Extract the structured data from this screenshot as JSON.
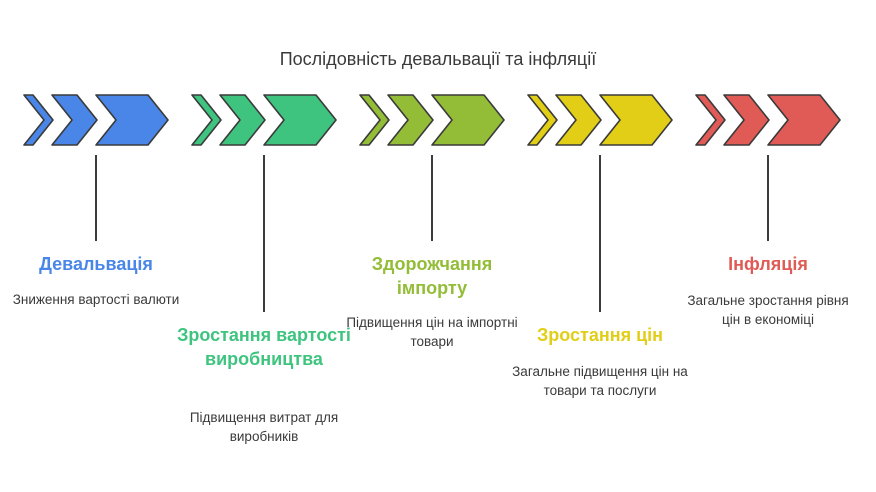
{
  "diagram": {
    "title": "Послідовність девальвації та інфляції",
    "steps": [
      {
        "title": "Девальвація",
        "description": "Зниження вартості валюти",
        "color": "#4a86e8",
        "icon": "triple-chevron-right-icon"
      },
      {
        "title": "Зростання вартості виробництва",
        "description": "Підвищення витрат для виробників",
        "color": "#3ec47f",
        "icon": "triple-chevron-right-icon"
      },
      {
        "title": "Здорожчання імпорту",
        "description": "Підвищення цін на імпортні товари",
        "color": "#93bd37",
        "icon": "triple-chevron-right-icon"
      },
      {
        "title": "Зростання цін",
        "description": "Загальне підвищення цін на товари та послуги",
        "color": "#e2ce16",
        "icon": "triple-chevron-right-icon"
      },
      {
        "title": "Інфляція",
        "description": "Загальне зростання рівня цін в економіці",
        "color": "#e05b56",
        "icon": "triple-chevron-right-icon"
      }
    ]
  }
}
